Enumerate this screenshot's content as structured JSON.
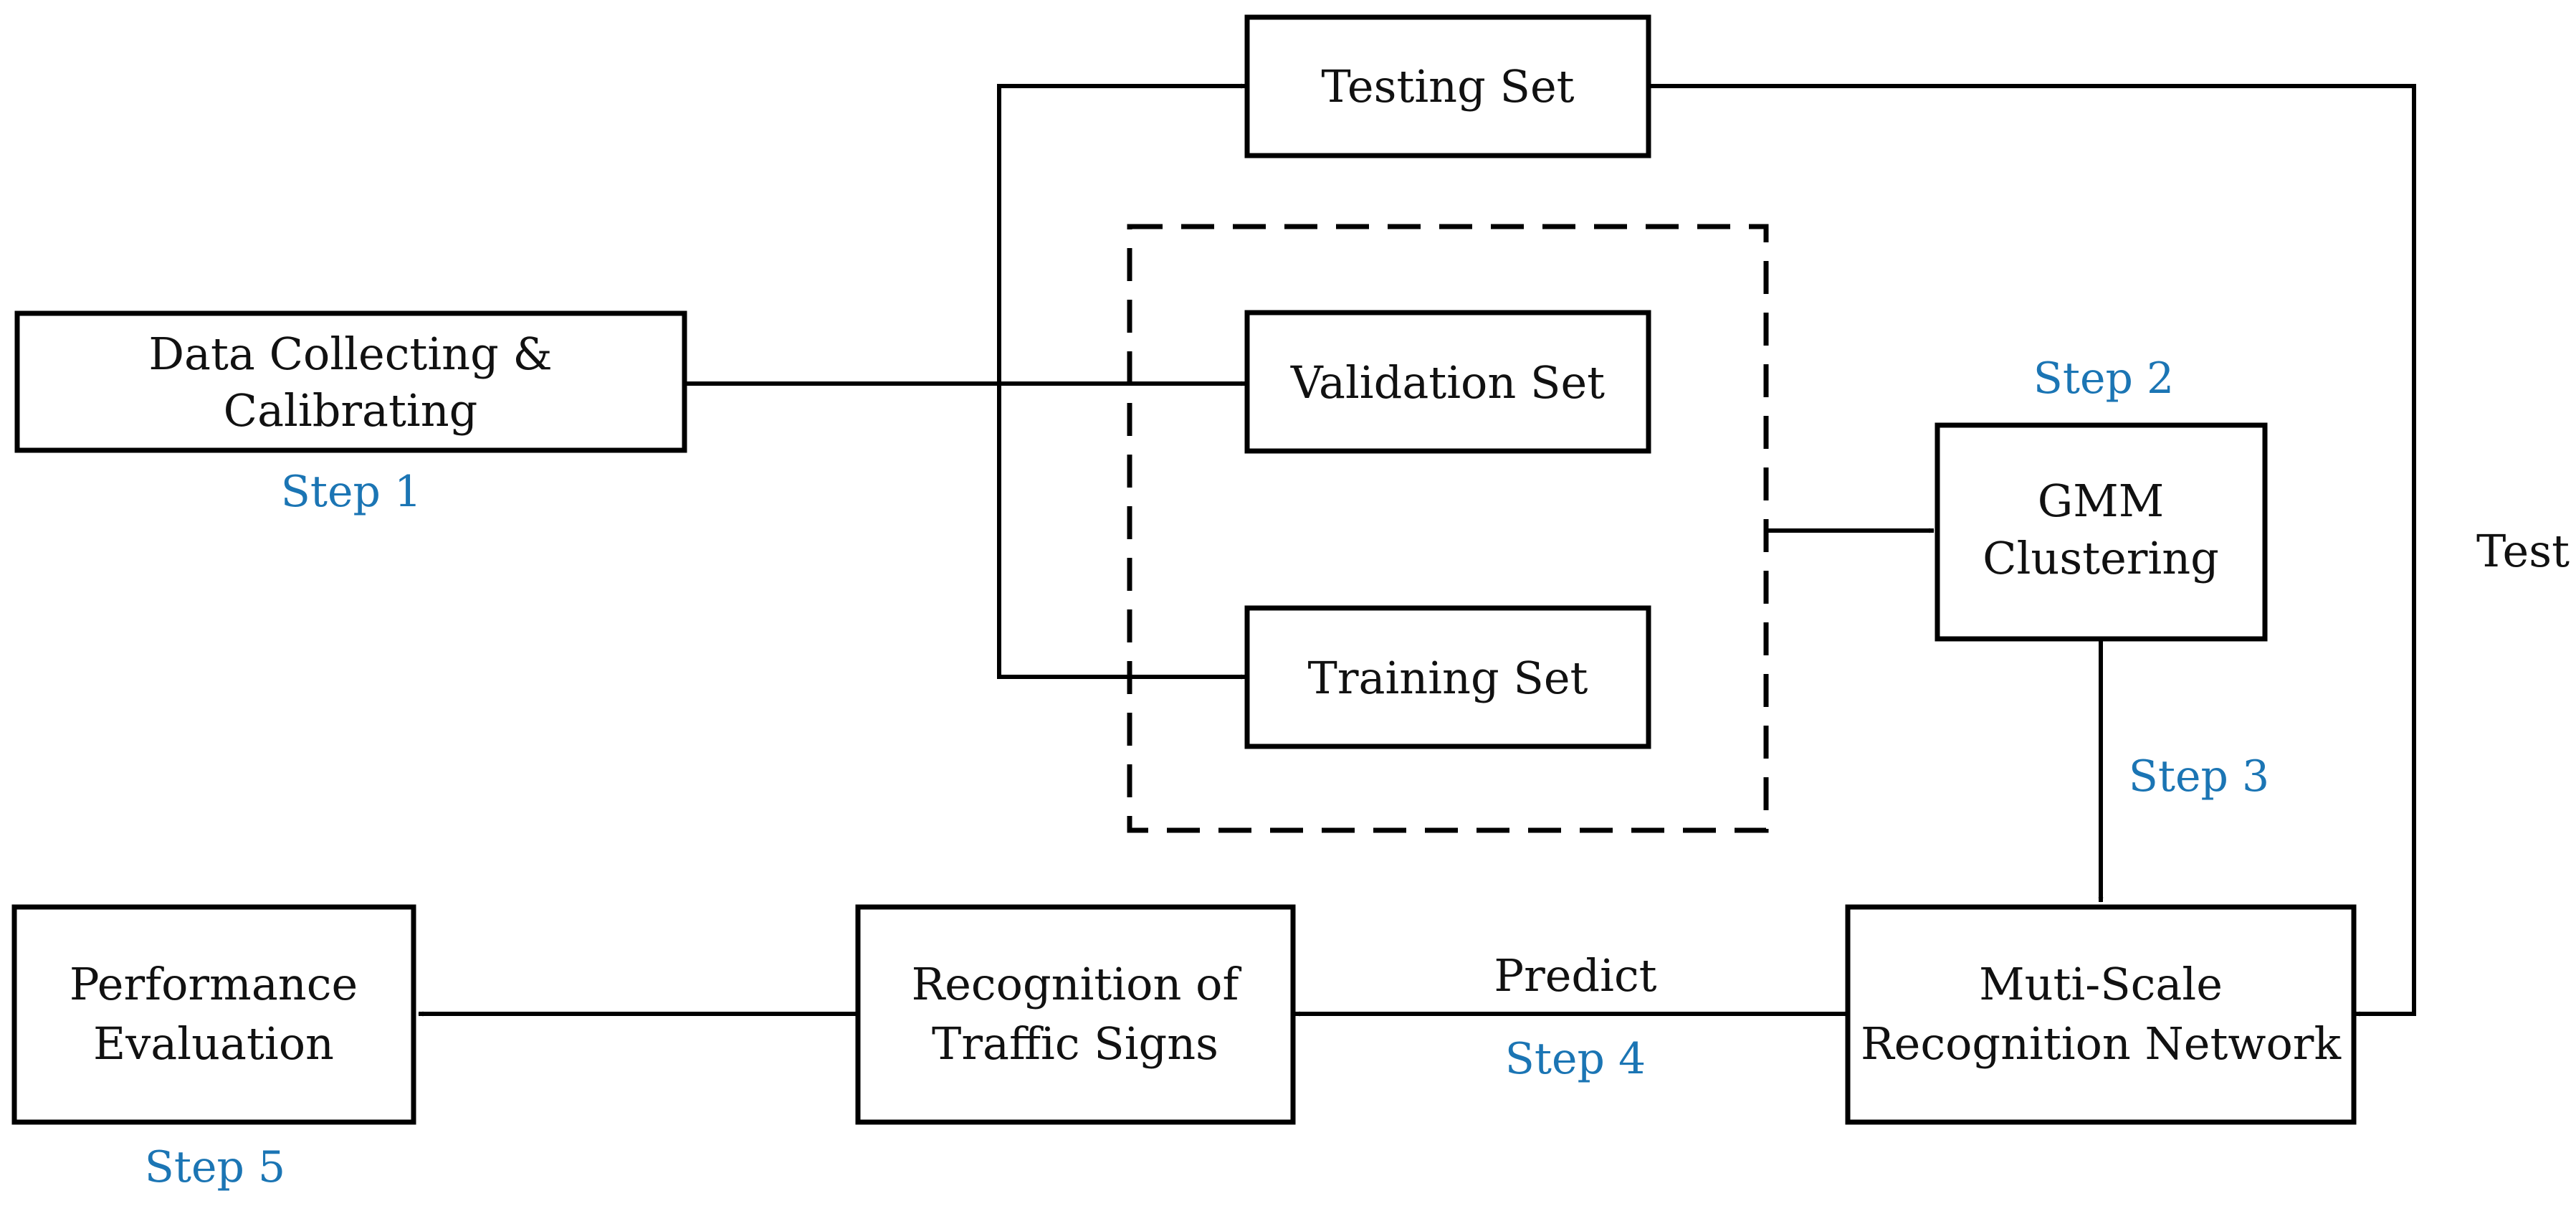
{
  "colors": {
    "step": "#1b75b4",
    "stroke": "#000000",
    "text": "#111111"
  },
  "nodes": {
    "data_collecting": {
      "line1": "Data Collecting &",
      "line2": "Calibrating"
    },
    "testing_set": {
      "label": "Testing Set"
    },
    "validation_set": {
      "label": "Validation Set"
    },
    "training_set": {
      "label": "Training Set"
    },
    "gmm": {
      "line1": "GMM",
      "line2": "Clustering"
    },
    "network": {
      "line1": "Muti-Scale",
      "line2": "Recognition Network"
    },
    "recognition": {
      "line1": "Recognition of",
      "line2": "Traffic Signs"
    },
    "performance": {
      "line1": "Performance",
      "line2": "Evaluation"
    }
  },
  "steps": {
    "step1": "Step 1",
    "step2": "Step 2",
    "step3": "Step 3",
    "step4": "Step 4",
    "step5": "Step 5"
  },
  "edge_labels": {
    "test": "Test",
    "predict": "Predict"
  }
}
